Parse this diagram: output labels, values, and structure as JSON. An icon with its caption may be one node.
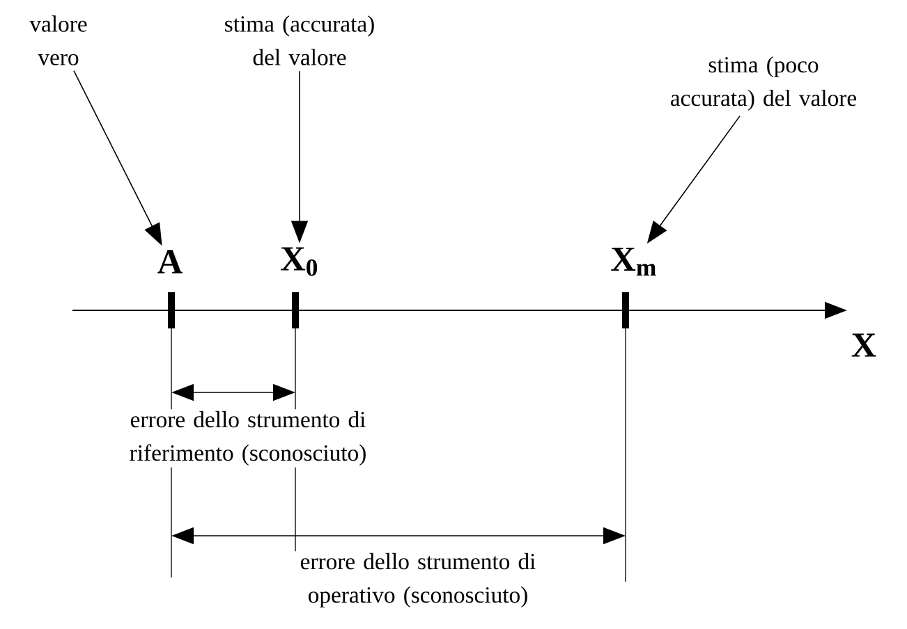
{
  "diagram": {
    "nodes": [
      {
        "text": [
          "valore vero"
        ]
      },
      {
        "text": [
          "A"
        ]
      },
      {
        "text": [
          "stima (accurata) del valore"
        ]
      },
      {
        "text": [
          "X$_{0}$"
        ]
      },
      {
        "text": [
          "stima (poco accurata) del valore"
        ]
      },
      {
        "text": [
          "X$_{m}$"
        ]
      }
    ],
    "edges": [
      {
        "from": 0,
        "to": 1,
        "arrow": "to"
      },
      {
        "from": 2,
        "to": 3,
        "arrow": "to"
      },
      {
        "from": 4,
        "to": 5,
        "arrow": "to"
      }
    ],
    "labels": [
      "X",
      "errore dello strumento di riferimento (sconosciuto)",
      "errore dello strumento di operativo (sconosciuto)"
    ]
  }
}
